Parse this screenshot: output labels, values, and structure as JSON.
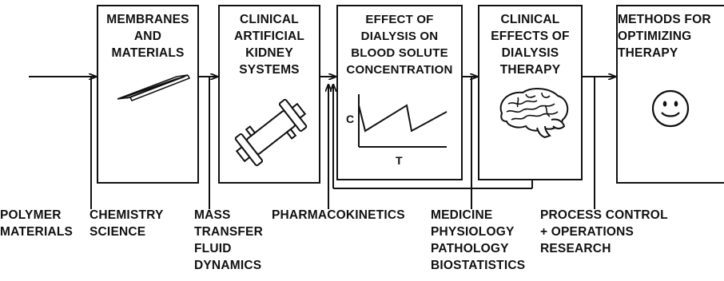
{
  "boxes": {
    "membranes": {
      "title": "MEMBRANES\nAND\nMATERIALS"
    },
    "systems": {
      "title": "CLINICAL\nARTIFICIAL\nKIDNEY\nSYSTEMS"
    },
    "effect": {
      "title": "EFFECT OF\nDIALYSIS ON\nBLOOD SOLUTE\nCONCENTRATION",
      "graph_y_label": "C",
      "graph_x_label": "T"
    },
    "clinical": {
      "title": "CLINICAL\nEFFECTS OF\nDIALYSIS\nTHERAPY"
    },
    "methods": {
      "title": "METHODS FOR\nOPTIMIZING\nTHERAPY"
    }
  },
  "inputs": {
    "polymer": "POLYMER\nMATERIALS",
    "chemistry": "CHEMISTRY\nSCIENCE",
    "mass_transfer": "MASS\nTRANSFER\nFLUID\nDYNAMICS",
    "pharmacokinetics": "PHARMACOKINETICS",
    "medicine": "MEDICINE\nPHYSIOLOGY\nPATHOLOGY\nBIOSTATISTICS",
    "process_control": "PROCESS CONTROL\n+ OPERATIONS\n    RESEARCH"
  },
  "icons": {
    "membrane": "membrane-sheet-icon",
    "dialyzer": "dialyzer-cartridge-icon",
    "brain": "brain-icon",
    "smiley": "smiley-face-icon"
  }
}
